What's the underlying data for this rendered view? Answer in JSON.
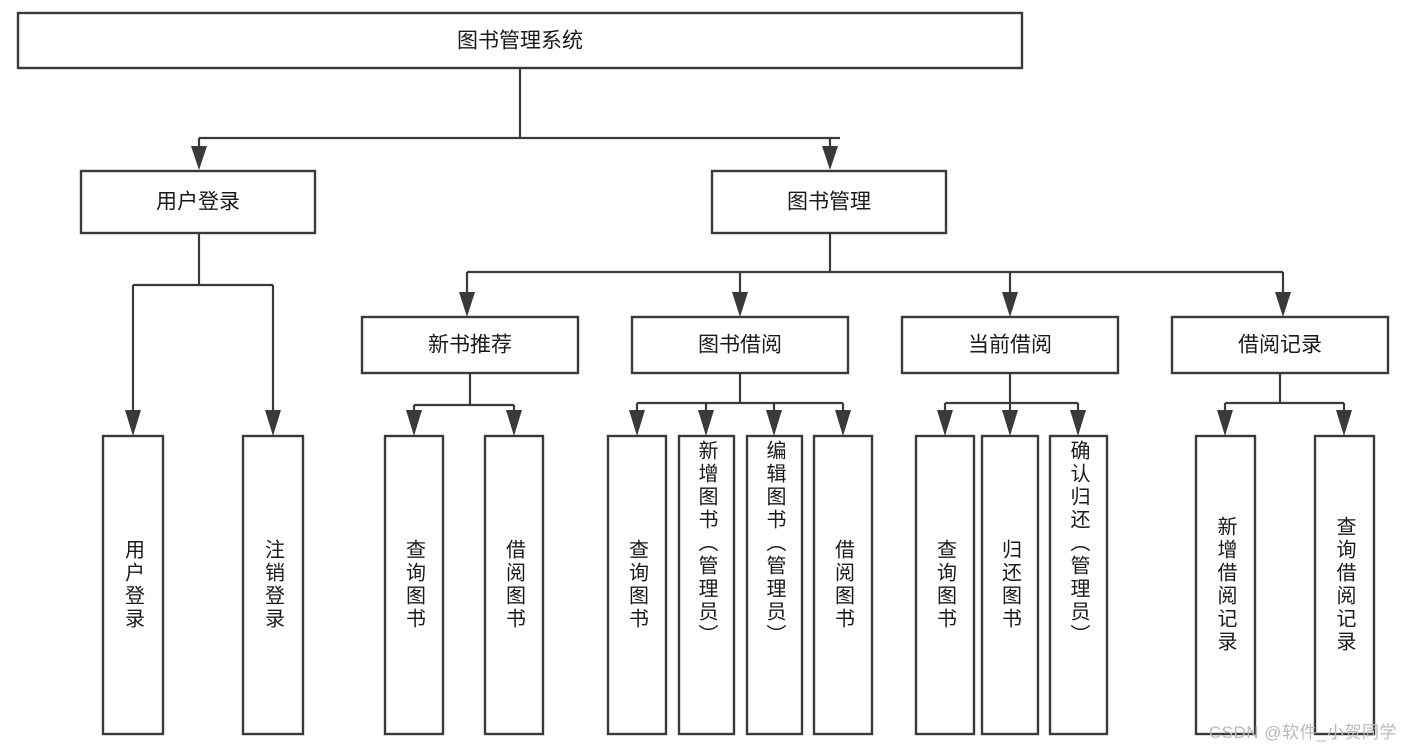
{
  "diagram": {
    "type": "tree",
    "title": "图书管理系统",
    "watermark": "CSDN @软件_小贺同学",
    "colors": {
      "stroke": "#3a3a3a",
      "fill": "#ffffff",
      "text": "#1a1a1a",
      "watermark": "#b9b9b9"
    },
    "nodes": {
      "root": {
        "label": "图书管理系统"
      },
      "level1": [
        {
          "id": "user-login",
          "label": "用户登录"
        },
        {
          "id": "book-manage",
          "label": "图书管理"
        }
      ],
      "level2": [
        {
          "id": "new-book-rec",
          "label": "新书推荐"
        },
        {
          "id": "book-borrow",
          "label": "图书借阅"
        },
        {
          "id": "current-borrow",
          "label": "当前借阅"
        },
        {
          "id": "borrow-record",
          "label": "借阅记录"
        }
      ],
      "leaves": {
        "user-login": [
          {
            "id": "leaf-user-login",
            "label": "用户登录"
          },
          {
            "id": "leaf-user-logout",
            "label": "注销登录"
          }
        ],
        "new-book-rec": [
          {
            "id": "leaf-query-book-1",
            "label": "查询图书"
          },
          {
            "id": "leaf-borrow-book-1",
            "label": "借阅图书"
          }
        ],
        "book-borrow": [
          {
            "id": "leaf-query-book-2",
            "label": "查询图书"
          },
          {
            "id": "leaf-add-book",
            "label": "新增图书（管理员）"
          },
          {
            "id": "leaf-edit-book",
            "label": "编辑图书（管理员）"
          },
          {
            "id": "leaf-borrow-book-2",
            "label": "借阅图书"
          }
        ],
        "current-borrow": [
          {
            "id": "leaf-query-book-3",
            "label": "查询图书"
          },
          {
            "id": "leaf-return-book",
            "label": "归还图书"
          },
          {
            "id": "leaf-confirm-return",
            "label": "确认归还（管理员）"
          }
        ],
        "borrow-record": [
          {
            "id": "leaf-add-record",
            "label": "新增借阅记录"
          },
          {
            "id": "leaf-query-record",
            "label": "查询借阅记录"
          }
        ]
      }
    }
  }
}
